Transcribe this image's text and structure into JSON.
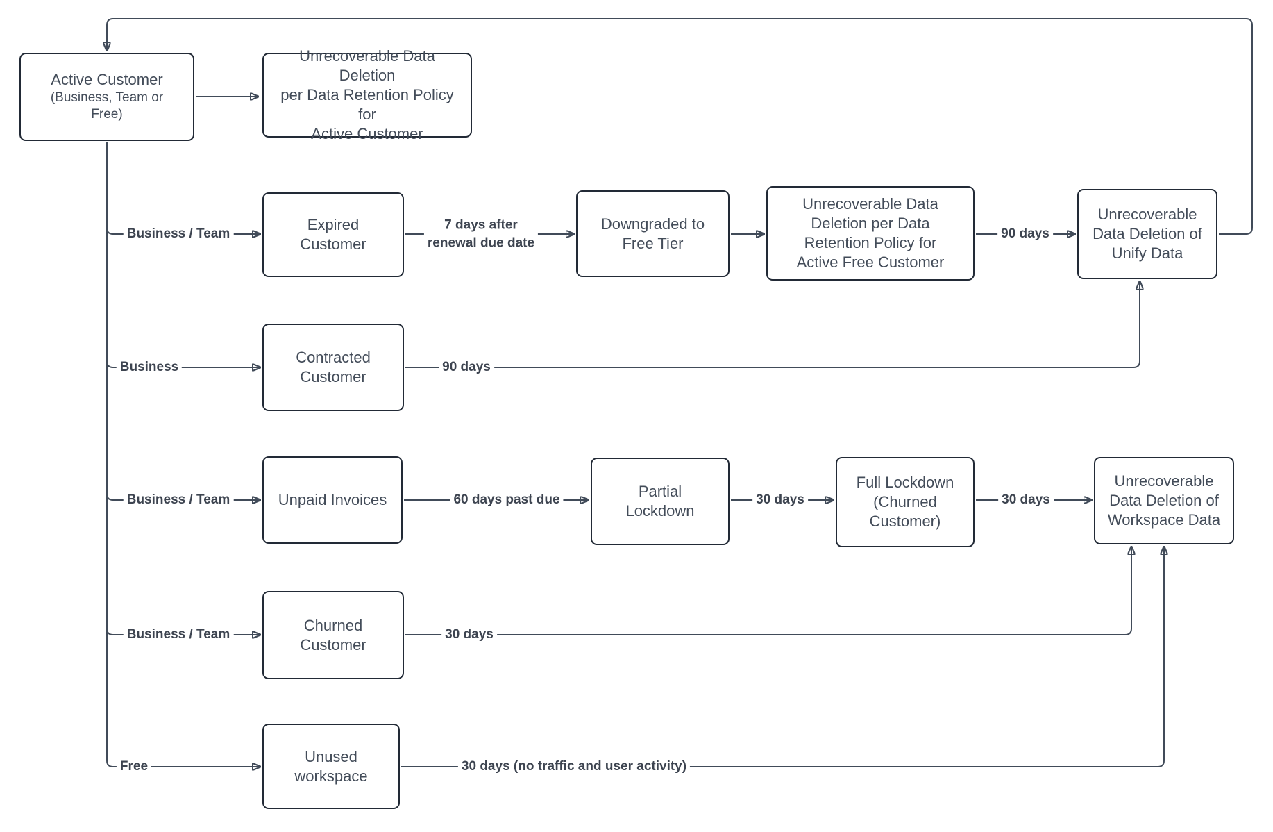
{
  "diagram": {
    "type": "flowchart",
    "colors": {
      "background": "#ffffff",
      "node_border": "#222a36",
      "node_text": "#434c59",
      "connector_line": "#414b59",
      "edge_label_text": "#3d4450"
    },
    "nodes": {
      "active_customer": {
        "title": "Active Customer",
        "subtitle": "(Business, Team or\nFree)"
      },
      "deletion_active": {
        "label": "Unrecoverable Data Deletion\nper Data Retention Policy for\nActive Customer"
      },
      "expired": {
        "label": "Expired\nCustomer"
      },
      "downgraded": {
        "label": "Downgraded to\nFree Tier"
      },
      "deletion_free": {
        "label": "Unrecoverable Data\nDeletion per Data\nRetention Policy for\nActive Free Customer"
      },
      "deletion_unify": {
        "label": "Unrecoverable\nData Deletion of\nUnify Data"
      },
      "contracted": {
        "label": "Contracted\nCustomer"
      },
      "unpaid": {
        "label": "Unpaid Invoices"
      },
      "partial": {
        "label": "Partial\nLockdown"
      },
      "full": {
        "label": "Full Lockdown\n(Churned\nCustomer)"
      },
      "deletion_workspace": {
        "label": "Unrecoverable\nData Deletion of\nWorkspace Data"
      },
      "churned": {
        "label": "Churned\nCustomer"
      },
      "unused": {
        "label": "Unused\nworkspace"
      }
    },
    "branch_labels": {
      "expired": "Business / Team",
      "contracted": "Business",
      "unpaid": "Business / Team",
      "churned": "Business / Team",
      "unused": "Free"
    },
    "edge_labels": {
      "expired_to_downgraded": "7 days after\nrenewal due date",
      "free_deletion_to_unify": "90 days",
      "contracted_to_unify": "90 days",
      "unpaid_to_partial": "60 days past due",
      "partial_to_full": "30 days",
      "full_to_workspace": "30 days",
      "churned_to_workspace": "30 days",
      "unused_to_workspace": "30 days (no traffic and user activity)"
    }
  }
}
